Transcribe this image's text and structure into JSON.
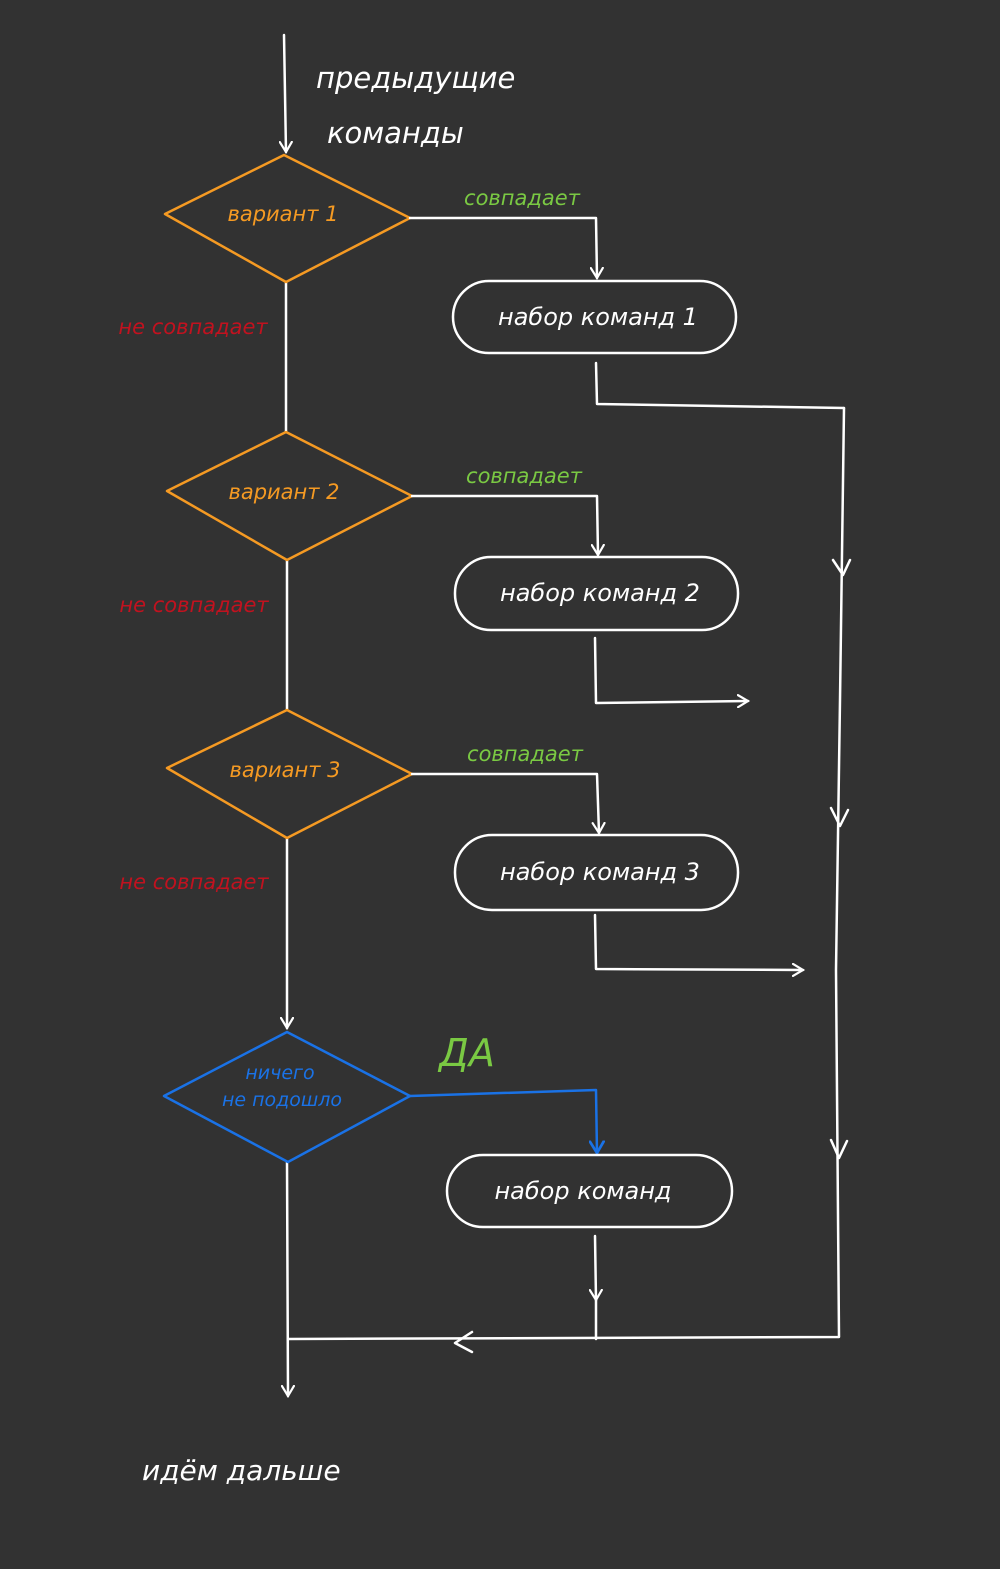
{
  "colors": {
    "background": "#323232",
    "line": "#ffffff",
    "option": "#f59a23",
    "match": "#7ac943",
    "no_match": "#c1121f",
    "default": "#1a72e6"
  },
  "start": {
    "line1": "предыдущие",
    "line2": "команды"
  },
  "decisions": [
    {
      "label": "вариант 1",
      "yes": "совпадает",
      "no": "не совпадает"
    },
    {
      "label": "вариант 2",
      "yes": "совпадает",
      "no": "не совпадает"
    },
    {
      "label": "вариант 3",
      "yes": "совпадает",
      "no": "не совпадает"
    }
  ],
  "default_decision": {
    "line1": "ничего",
    "line2": "не подошло",
    "yes": "ДА"
  },
  "actions": [
    {
      "label": "набор команд 1"
    },
    {
      "label": "набор команд 2"
    },
    {
      "label": "набор команд 3"
    },
    {
      "label": "набор команд"
    }
  ],
  "end": {
    "label": "идём дальше"
  }
}
